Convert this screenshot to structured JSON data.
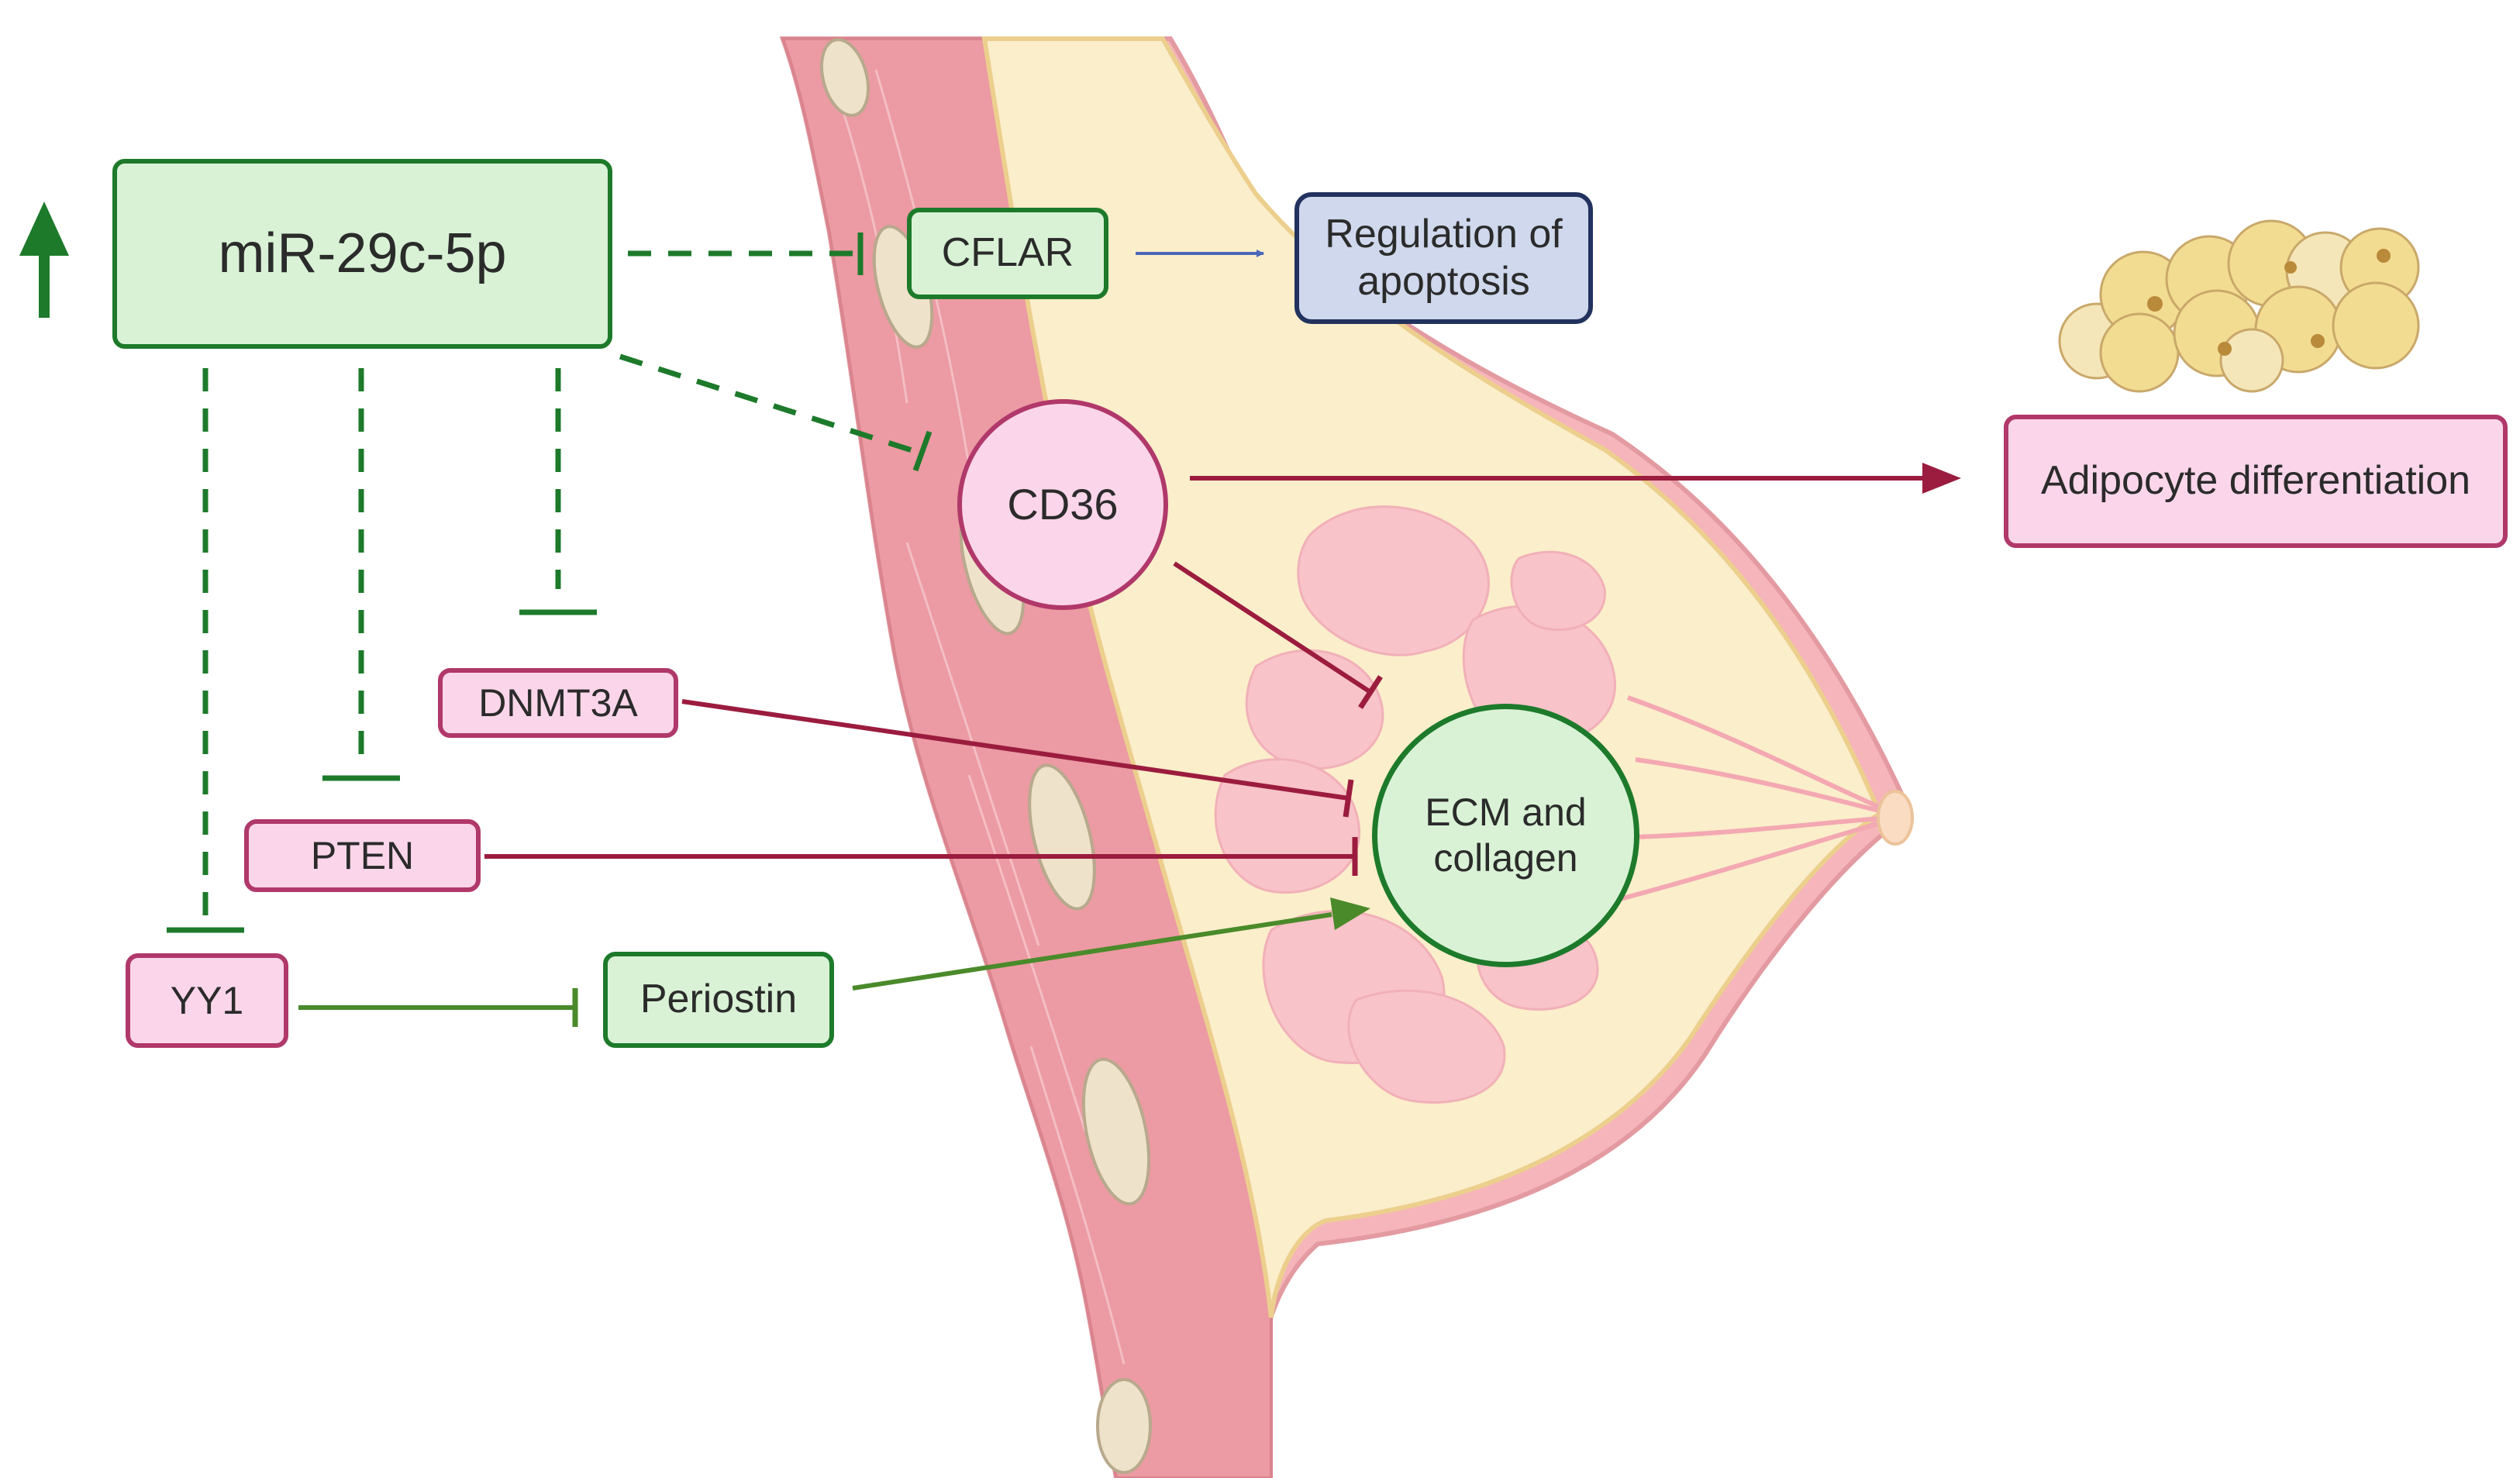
{
  "nodes": {
    "mir": "miR-29c-5p",
    "cflar": "CFLAR",
    "apoptosis": "Regulation of apoptosis",
    "cd36": "CD36",
    "adipocyte": "Adipocyte differentiation",
    "dnmt3a": "DNMT3A",
    "pten": "PTEN",
    "yy1": "YY1",
    "periostin": "Periostin",
    "ecm": "ECM and collagen"
  },
  "colors": {
    "green": "#1d7a2b",
    "green_fill": "#d9f2d6",
    "maroon": "#9b1c3f",
    "pink_fill": "#fbd6ea",
    "pink_border": "#b0386a",
    "blue_arrow": "#4a68b8",
    "blue_fill": "#cfd8ec",
    "olive_green": "#4a8a2a"
  },
  "edges": [
    {
      "from": "mir",
      "to": "cflar",
      "type": "inhibition",
      "style": "dashed"
    },
    {
      "from": "mir",
      "to": "cd36",
      "type": "inhibition",
      "style": "dashed"
    },
    {
      "from": "mir",
      "to": "dnmt3a",
      "type": "inhibition",
      "style": "dashed"
    },
    {
      "from": "mir",
      "to": "pten",
      "type": "inhibition",
      "style": "dashed"
    },
    {
      "from": "mir",
      "to": "yy1",
      "type": "inhibition",
      "style": "dashed"
    },
    {
      "from": "cflar",
      "to": "apoptosis",
      "type": "activation"
    },
    {
      "from": "cd36",
      "to": "adipocyte",
      "type": "activation"
    },
    {
      "from": "cd36",
      "to": "ecm",
      "type": "inhibition"
    },
    {
      "from": "dnmt3a",
      "to": "ecm",
      "type": "inhibition"
    },
    {
      "from": "pten",
      "to": "ecm",
      "type": "inhibition"
    },
    {
      "from": "yy1",
      "to": "periostin",
      "type": "inhibition"
    },
    {
      "from": "periostin",
      "to": "ecm",
      "type": "activation"
    }
  ],
  "indicators": {
    "mir_expression": "up-arrow-icon"
  }
}
